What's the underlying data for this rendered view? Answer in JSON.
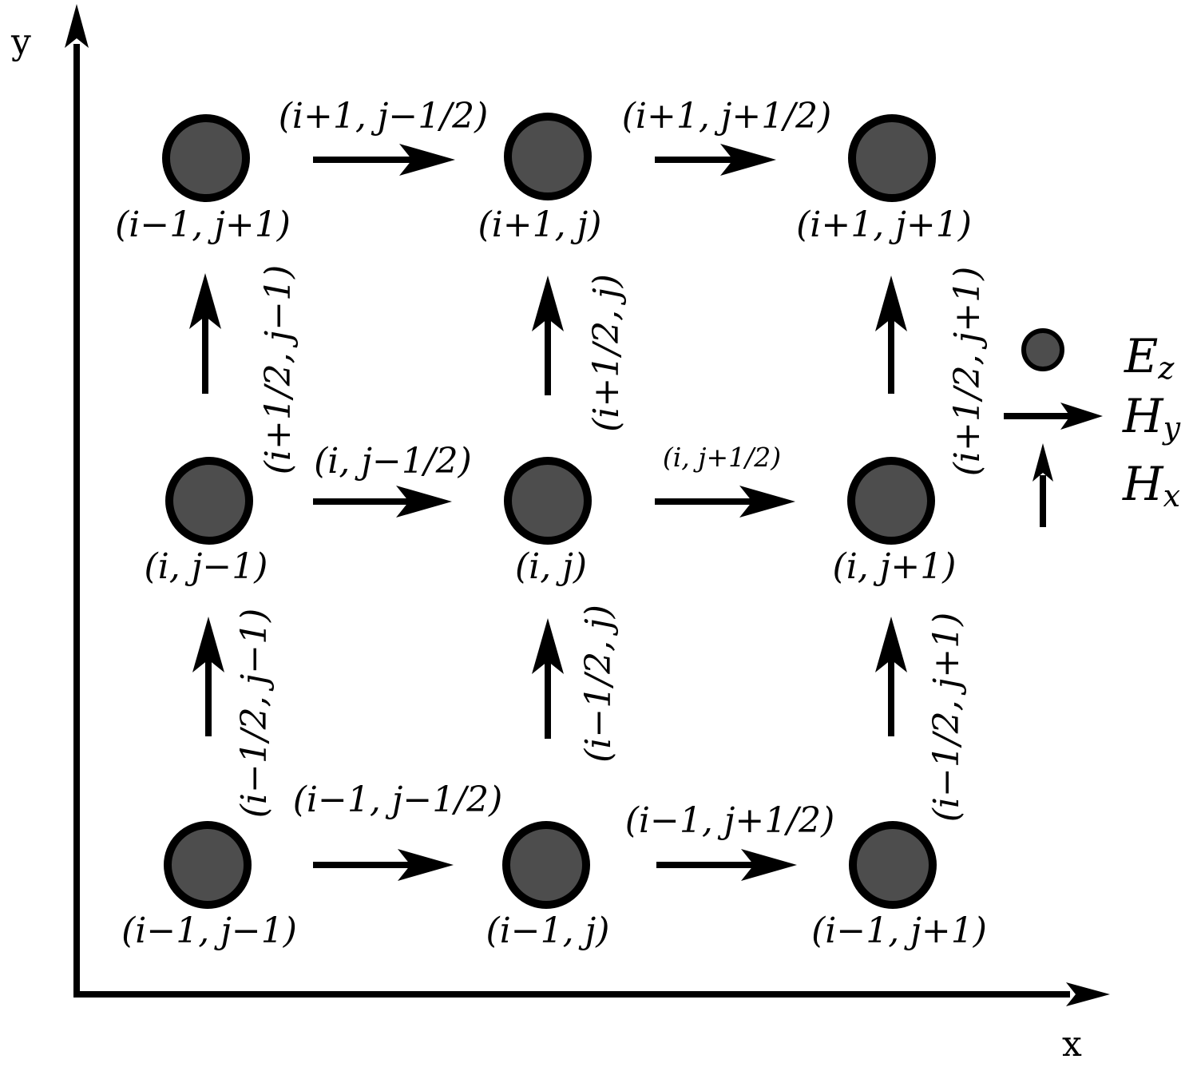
{
  "axes": {
    "x_label": "x",
    "y_label": "y"
  },
  "nodes": [
    {
      "id": "n-top-left",
      "label": "(i−1, j+1)"
    },
    {
      "id": "n-top-mid",
      "label": "(i+1, j)"
    },
    {
      "id": "n-top-right",
      "label": "(i+1, j+1)"
    },
    {
      "id": "n-mid-left",
      "label": "(i, j−1)"
    },
    {
      "id": "n-center",
      "label": "(i, j)"
    },
    {
      "id": "n-mid-right",
      "label": "(i, j+1)"
    },
    {
      "id": "n-bot-left",
      "label": "(i−1, j−1)"
    },
    {
      "id": "n-bot-mid",
      "label": "(i−1, j)"
    },
    {
      "id": "n-bot-right",
      "label": "(i−1, j+1)"
    }
  ],
  "hy_arrows": [
    {
      "id": "hy-top-1",
      "label": "(i+1, j−1/2)"
    },
    {
      "id": "hy-top-2",
      "label": "(i+1, j+1/2)"
    },
    {
      "id": "hy-mid-1",
      "label": "(i, j−1/2)"
    },
    {
      "id": "hy-mid-2",
      "label": "(i, j+1/2)"
    },
    {
      "id": "hy-bot-1",
      "label": "(i−1, j−1/2)"
    },
    {
      "id": "hy-bot-2",
      "label": "(i−1, j+1/2)"
    }
  ],
  "hx_arrows": [
    {
      "id": "hx-upper-1",
      "label": "(i+1/2, j−1)"
    },
    {
      "id": "hx-upper-2",
      "label": "(i+1/2, j)"
    },
    {
      "id": "hx-upper-3",
      "label": "(i+1/2, j+1)"
    },
    {
      "id": "hx-lower-1",
      "label": "(i−1/2, j−1)"
    },
    {
      "id": "hx-lower-2",
      "label": "(i−1/2, j)"
    },
    {
      "id": "hx-lower-3",
      "label": "(i−1/2, j+1)"
    }
  ],
  "legend": {
    "ez": "Ez",
    "hy": "Hy",
    "hx": "Hx"
  }
}
